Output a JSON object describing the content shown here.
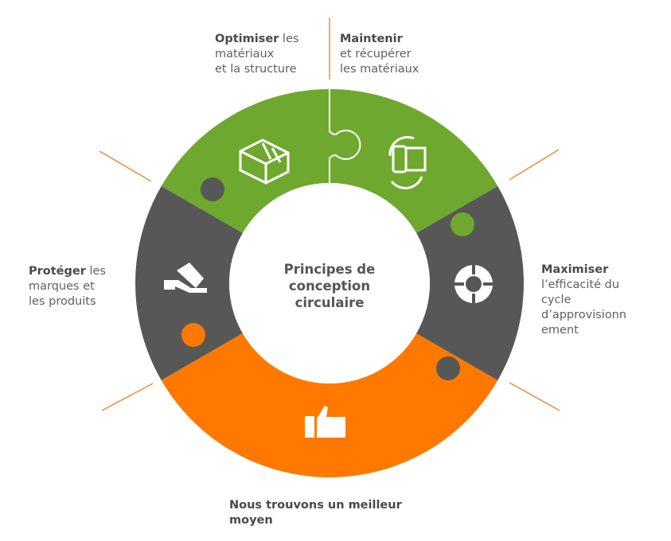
{
  "center_title": [
    "Principes de",
    "conception",
    "circulaire"
  ],
  "segments": [
    {
      "bold": "Optimiser",
      "rest": " les",
      "lines": [
        "matériaux",
        "et la structure"
      ],
      "icon": "box-icon"
    },
    {
      "bold": "Maintenir",
      "rest": "",
      "lines": [
        "et récupérer",
        "les matériaux"
      ],
      "icon": "recycle-roll-icon"
    },
    {
      "bold": "Maximiser",
      "rest": "",
      "lines": [
        "l’efficacité du",
        "cycle",
        "d’approvisionn",
        "ement"
      ],
      "icon": "cycle-icon"
    },
    {
      "bold": "Nous trouvons un meilleur",
      "rest": "",
      "lines": [
        "moyen"
      ],
      "icon": "thumbs-up-icon"
    },
    {
      "bold": "Protéger",
      "rest": " les",
      "lines": [
        "marques et",
        "les produits"
      ],
      "icon": "hand-tag-icon"
    }
  ],
  "colors": {
    "green": "#6fa82f",
    "dark": "#575757",
    "orange": "#ff7800",
    "line": "#f08a3c"
  }
}
